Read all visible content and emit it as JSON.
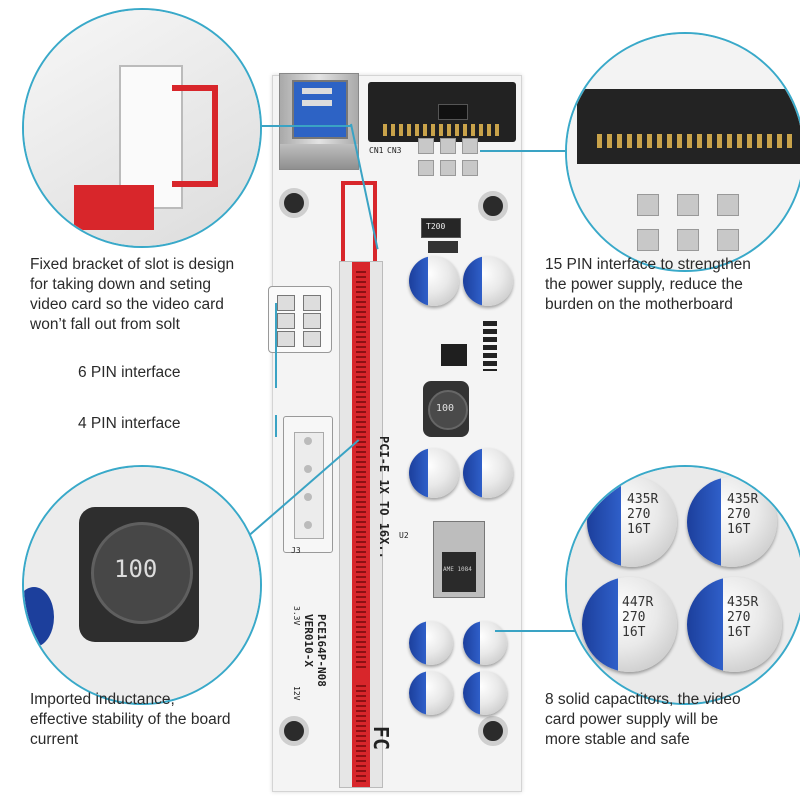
{
  "callouts": {
    "bracket": "Fixed bracket of slot is design\nfor taking down and seting\nvideo card so the video card\nwon’t fall out from solt",
    "pin15": "15 PIN interface to strengthen\nthe power supply, reduce the\nburden on the motherboard",
    "pin6": "6 PIN interface",
    "pin4": "4 PIN interface",
    "inductance": "Imported inductance,\neffective stability of the board\ncurrent",
    "capacitors": "8 solid capactitors, the video\ncard power supply will be\nmore stable and safe"
  },
  "board": {
    "title": "PCI-E 1X TO 16X..",
    "model": "PCE164P-N08",
    "version": "VER010-X",
    "inductor": "100",
    "t200": "T200",
    "v33": "3.3V",
    "v12": "12V",
    "cn1": "CN1",
    "cn3": "CN3",
    "j3": "J3",
    "u2": "U2",
    "fc": "FC",
    "chip": "AME 1084"
  },
  "capacitor_marking": {
    "line1": "435R",
    "line2": "270",
    "line3": "16T",
    "alt1": "447R"
  },
  "colors": {
    "accent": "#39a9c9",
    "slot_red": "#d8262b",
    "cap_blue": "#1c3f9c"
  }
}
